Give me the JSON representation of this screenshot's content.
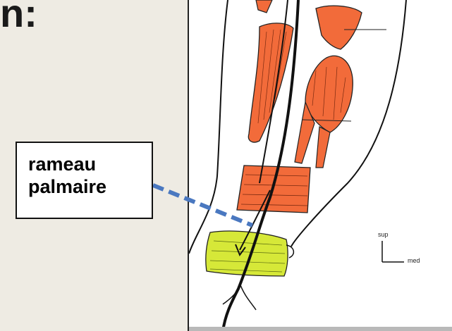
{
  "slide": {
    "title_fragment": "n:"
  },
  "callout": {
    "line1": "rameau",
    "line2": "palmaire"
  },
  "orientation": {
    "superior_label": "sup",
    "medial_label": "med"
  },
  "colors": {
    "background": "#eeebe3",
    "muscle": "#f26b3a",
    "ligament": "#d6e838",
    "callout_arrow": "#4a78c0"
  }
}
